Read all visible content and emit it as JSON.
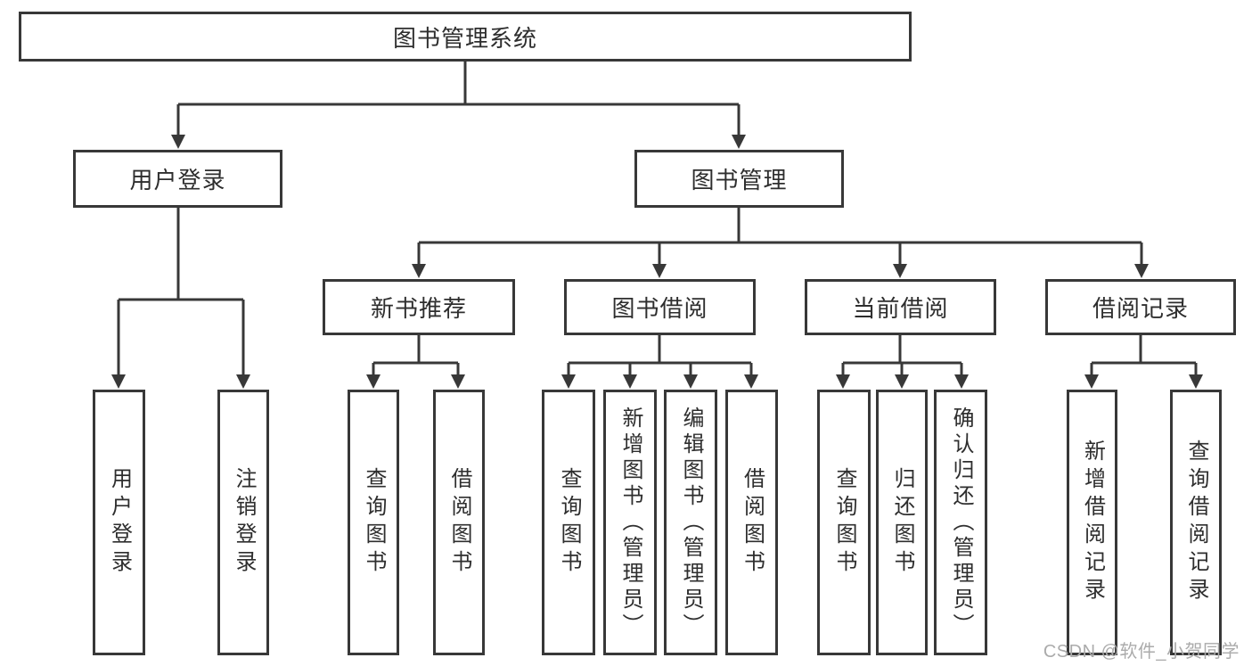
{
  "tree": {
    "root": {
      "label": "图书管理系统",
      "children": [
        {
          "label": "用户登录",
          "children": [
            {
              "label": "用户登录"
            },
            {
              "label": "注销登录"
            }
          ]
        },
        {
          "label": "图书管理",
          "children": [
            {
              "label": "新书推荐",
              "children": [
                {
                  "label": "查询图书"
                },
                {
                  "label": "借阅图书"
                }
              ]
            },
            {
              "label": "图书借阅",
              "children": [
                {
                  "label": "查询图书"
                },
                {
                  "label": "新增图书（管理员）"
                },
                {
                  "label": "编辑图书（管理员）"
                },
                {
                  "label": "借阅图书"
                }
              ]
            },
            {
              "label": "当前借阅",
              "children": [
                {
                  "label": "查询图书"
                },
                {
                  "label": "归还图书"
                },
                {
                  "label": "确认归还（管理员）"
                }
              ]
            },
            {
              "label": "借阅记录",
              "children": [
                {
                  "label": "新增借阅记录"
                },
                {
                  "label": "查询借阅记录"
                }
              ]
            }
          ]
        }
      ]
    }
  },
  "watermark": {
    "text": "CSDN @软件_小贺同学"
  },
  "colors": {
    "line": "#383838",
    "box_border": "#383838",
    "text": "#2e2e2e",
    "watermark_text": "#ababab",
    "background": "#ffffff"
  }
}
